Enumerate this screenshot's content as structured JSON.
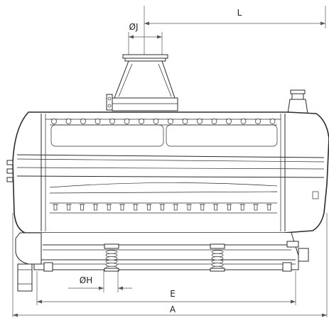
{
  "dimensions": {
    "L": "L",
    "J": "ØJ",
    "H": "ØH",
    "E": "E",
    "A": "A"
  },
  "colors": {
    "line": "#2b2b2b",
    "dimension": "#555555",
    "background": "#ffffff"
  }
}
